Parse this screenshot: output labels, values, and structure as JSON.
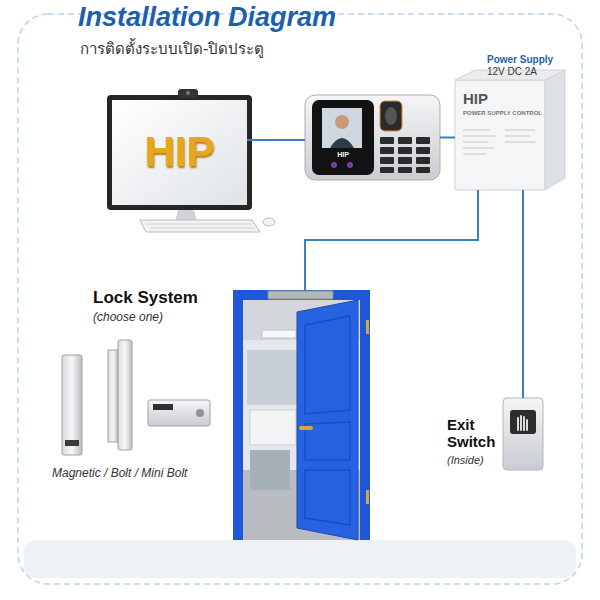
{
  "diagram": {
    "title": "Installation Diagram",
    "nodes": [
      {
        "text": [
          "HIP"
        ]
      },
      {
        "text": [
          "HIP"
        ]
      },
      {
        "text": [
          "Power Supply",
          "12V DC 2A",
          "HIP",
          "POWER SUPPLY CONTROL"
        ]
      },
      {
        "text": [
          "Exit Switch",
          "(Inside)"
        ]
      }
    ],
    "edges": [
      {
        "from": 0,
        "to": 1,
        "arrow": "none"
      },
      {
        "from": 1,
        "to": 2,
        "arrow": "none"
      },
      {
        "from": 2,
        "to": 3,
        "arrow": "none"
      }
    ],
    "labels": [
      "การติดตั้งระบบเปิด-ปิดประตู",
      "Lock System",
      "(choose one)",
      "Magnetic / Bolt / Mini Bolt"
    ]
  }
}
